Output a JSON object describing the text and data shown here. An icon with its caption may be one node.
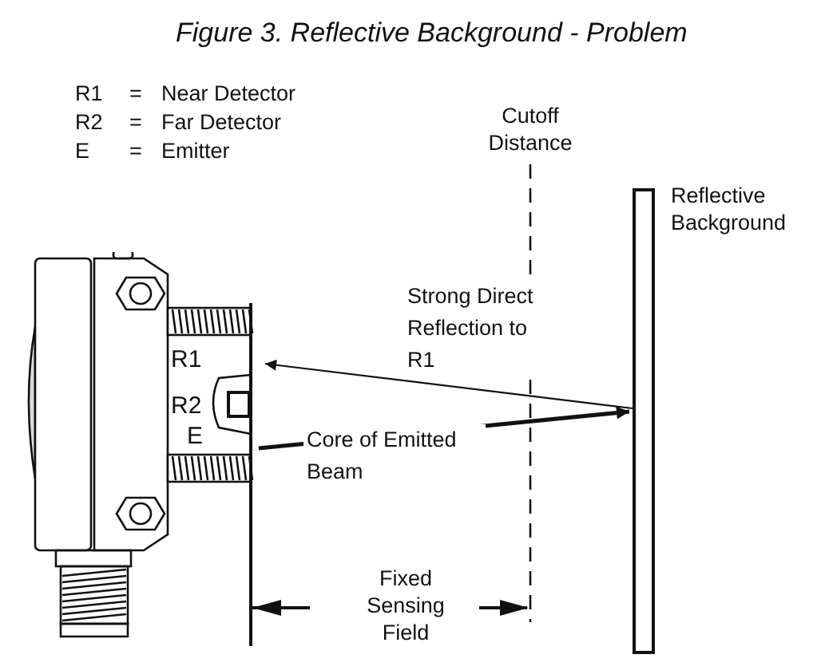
{
  "diagram": {
    "title": "Figure 3. Reflective Background - Problem",
    "nodes": [
      {
        "text": [],
        "shape": "picture"
      },
      {
        "text": [],
        "shape": "bar",
        "beside": [
          "Reflective Background"
        ]
      }
    ],
    "edges": [
      {
        "from": 1,
        "to": 0,
        "arrow": "to",
        "label": "Strong Direct Reflection to R1"
      },
      {
        "from": 0,
        "to": 1,
        "arrow": "to",
        "style": "thick",
        "label": "Core of Emitted Beam"
      }
    ],
    "labels": [
      "R1",
      "=",
      "Near Detector",
      "R2",
      "=",
      "Far Detector",
      "E",
      "=",
      "Emitter",
      "Cutoff Distance",
      "R1",
      "R2",
      "E",
      "Fixed Sensing Field"
    ]
  }
}
